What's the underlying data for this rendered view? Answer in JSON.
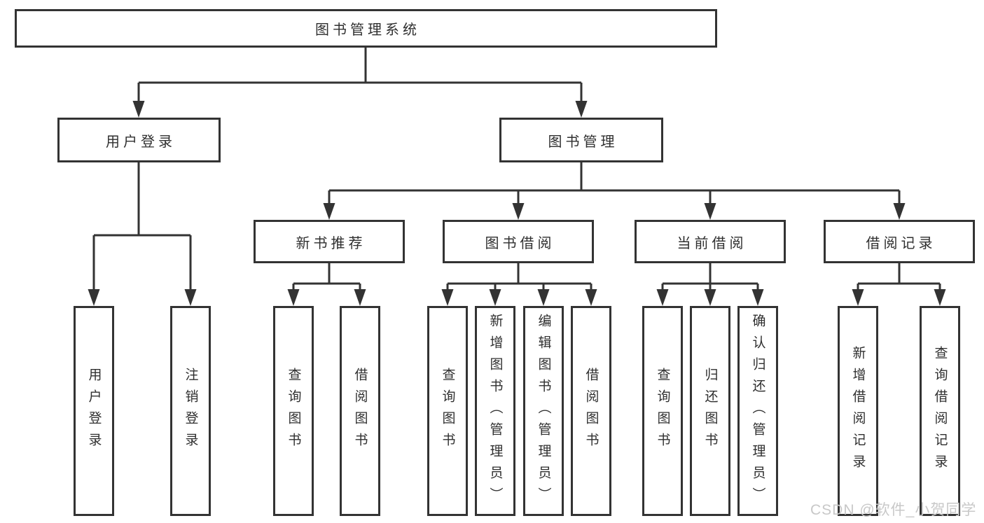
{
  "diagram": {
    "type": "hierarchy-tree",
    "colors": {
      "line": "#333333",
      "box_border": "#333333",
      "box_fill": "#ffffff",
      "text": "#2f2f2f",
      "watermark": "#c8c8c8",
      "background": "#ffffff"
    }
  },
  "tree": {
    "label": "图书管理系统",
    "children": [
      {
        "label": "用户登录",
        "children": [
          {
            "label": "用户登录"
          },
          {
            "label": "注销登录"
          }
        ]
      },
      {
        "label": "图书管理",
        "children": [
          {
            "label": "新书推荐",
            "children": [
              {
                "label": "查询图书"
              },
              {
                "label": "借阅图书"
              }
            ]
          },
          {
            "label": "图书借阅",
            "children": [
              {
                "label": "查询图书"
              },
              {
                "label": "新增图书（管理员）"
              },
              {
                "label": "编辑图书（管理员）"
              },
              {
                "label": "借阅图书"
              }
            ]
          },
          {
            "label": "当前借阅",
            "children": [
              {
                "label": "查询图书"
              },
              {
                "label": "归还图书"
              },
              {
                "label": "确认归还（管理员）"
              }
            ]
          },
          {
            "label": "借阅记录",
            "children": [
              {
                "label": "新增借阅记录"
              },
              {
                "label": "查询借阅记录"
              }
            ]
          }
        ]
      }
    ]
  },
  "watermark": {
    "text": "CSDN @软件_小贺同学"
  }
}
